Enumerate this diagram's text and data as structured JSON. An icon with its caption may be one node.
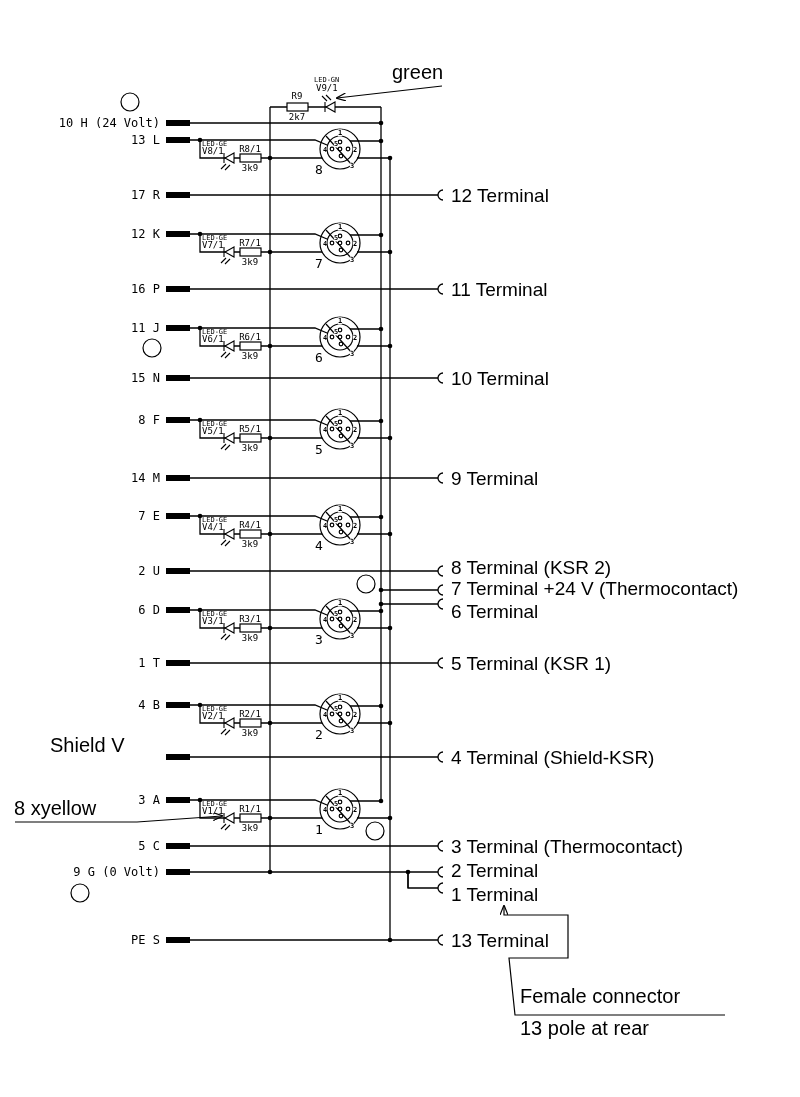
{
  "diagram": {
    "nodes": [
      {
        "text": [
          "green"
        ]
      },
      {
        "text": [],
        "shape": "diode"
      },
      {
        "text": [],
        "shape": "diode"
      },
      {
        "text": [
          "8 xyellow"
        ]
      },
      {
        "text": [
          "1 Terminal"
        ]
      },
      {
        "text": [
          "Female connector",
          "13 pole at rear"
        ]
      }
    ],
    "edges": [
      {
        "from": 0,
        "to": 1,
        "arrow": "to"
      },
      {
        "from": 3,
        "to": 2,
        "arrow": "to"
      },
      {
        "from": 5,
        "to": 4,
        "arrow": "to"
      }
    ],
    "labels": [
      "LED-GN",
      "V9/1",
      "R9",
      "2k7",
      "10 H (24 Volt)",
      "13 L",
      "LED-GE",
      "V8/1",
      "R8/1",
      "3k9",
      "1",
      "5",
      "4",
      "2",
      "3",
      "8",
      "17 R",
      "12 Terminal",
      "12 K",
      "LED-GE",
      "V7/1",
      "R7/1",
      "3k9",
      "1",
      "5",
      "4",
      "2",
      "3",
      "7",
      "16 P",
      "11 Terminal",
      "11 J",
      "LED-GE",
      "V6/1",
      "R6/1",
      "3k9",
      "1",
      "5",
      "4",
      "2",
      "3",
      "6",
      "15 N",
      "10 Terminal",
      "8 F",
      "LED-GE",
      "V5/1",
      "R5/1",
      "3k9",
      "1",
      "5",
      "4",
      "2",
      "3",
      "5",
      "14 M",
      "9 Terminal",
      "7 E",
      "LED-GE",
      "V4/1",
      "R4/1",
      "3k9",
      "1",
      "5",
      "4",
      "2",
      "3",
      "4",
      "2 U",
      "8 Terminal (KSR 2)",
      "7 Terminal +24 V (Thermocontact)",
      "6 Terminal",
      "6 D",
      "LED-GE",
      "V3/1",
      "R3/1",
      "3k9",
      "1",
      "5",
      "4",
      "2",
      "3",
      "3",
      "1 T",
      "5 Terminal (KSR 1)",
      "4 B",
      "LED-GE",
      "V2/1",
      "R2/1",
      "3k9",
      "1",
      "5",
      "4",
      "2",
      "3",
      "2",
      "Shield V",
      "4 Terminal (Shield-KSR)",
      "3 A",
      "LED-GE",
      "V1/1",
      "R1/1",
      "3k9",
      "1",
      "5",
      "4",
      "2",
      "3",
      "1",
      "5 C",
      "3 Terminal (Thermocontact)",
      "9 G (0 Volt)",
      "2 Terminal",
      "PE S",
      "13 Terminal"
    ]
  }
}
